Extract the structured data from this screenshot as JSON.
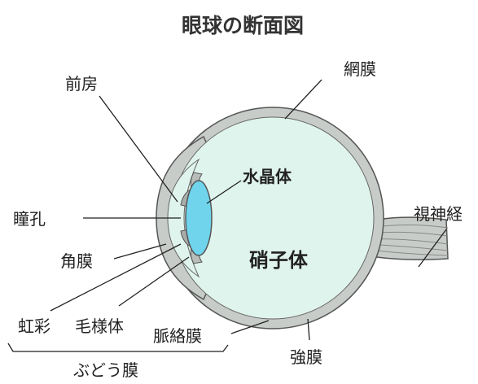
{
  "title": "眼球の断面図",
  "labels": {
    "anterior_chamber": "前房",
    "retina": "網膜",
    "lens": "水晶体",
    "pupil": "瞳孔",
    "optic_nerve": "視神経",
    "cornea": "角膜",
    "vitreous_body": "硝子体",
    "iris": "虹彩",
    "ciliary_body": "毛様体",
    "choroid": "脈絡膜",
    "sclera": "強膜",
    "uvea": "ぶどう膜"
  },
  "colors": {
    "sclera": "#c8ccc9",
    "interior": "#dff4ec",
    "lens": "#6fd4ec",
    "nerve": "#c8ccc9",
    "outline": "#555555"
  }
}
